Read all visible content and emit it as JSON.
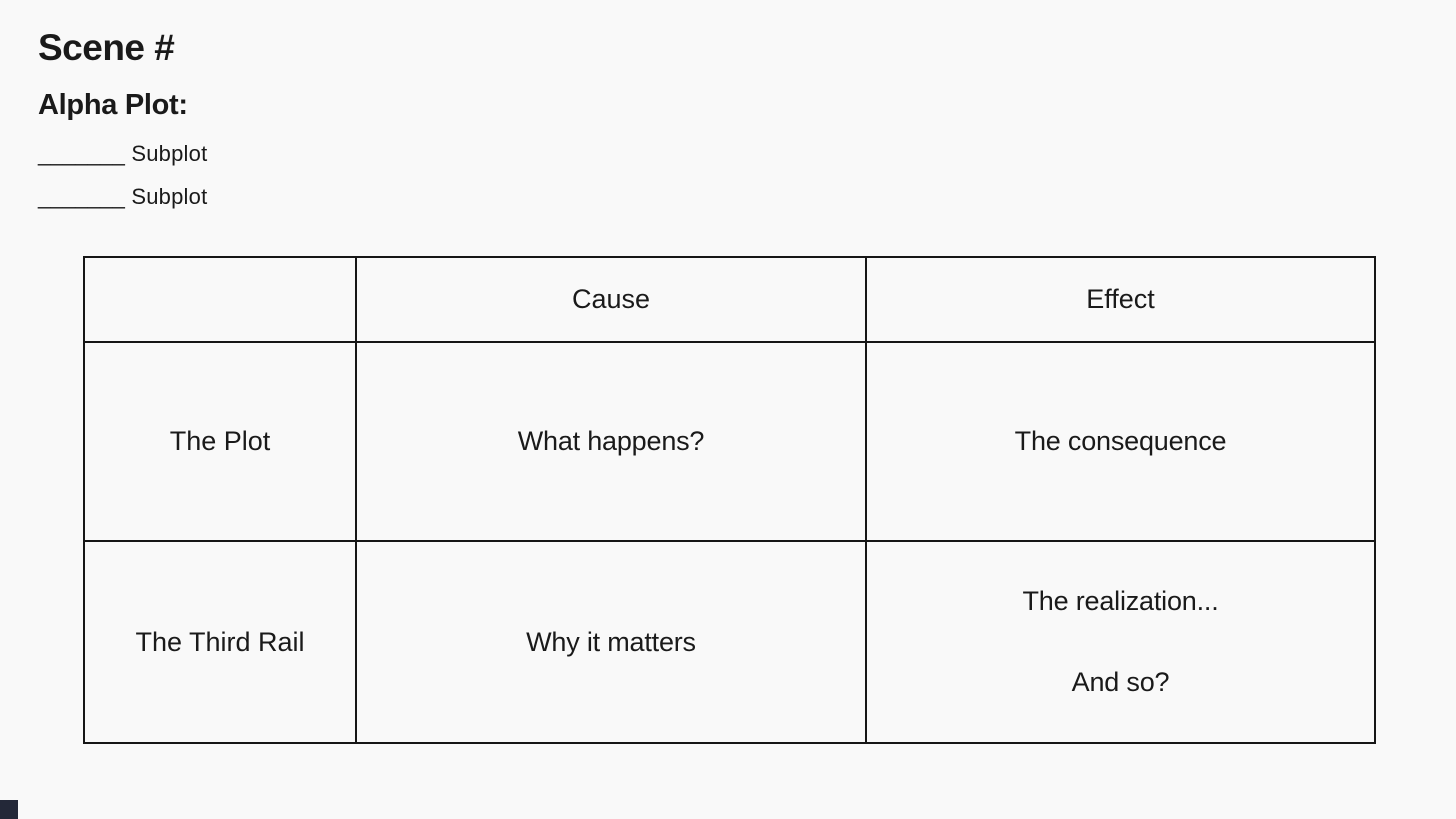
{
  "page": {
    "background_color": "#f9f9f9",
    "text_color": "#1a1a1a",
    "border_color": "#161616",
    "corner_accent_color": "#232838"
  },
  "header": {
    "scene_title": "Scene #",
    "alpha_plot_label": "Alpha Plot:",
    "subplots": [
      "_______ Subplot",
      "_______ Subplot"
    ]
  },
  "table": {
    "columns": [
      "",
      "Cause",
      "Effect"
    ],
    "rows": [
      {
        "label": "The Plot",
        "cause": "What happens?",
        "effect_lines": [
          "The consequence"
        ]
      },
      {
        "label": "The Third Rail",
        "cause": "Why it matters",
        "effect_lines": [
          "The realization...",
          "And so?"
        ]
      }
    ]
  }
}
